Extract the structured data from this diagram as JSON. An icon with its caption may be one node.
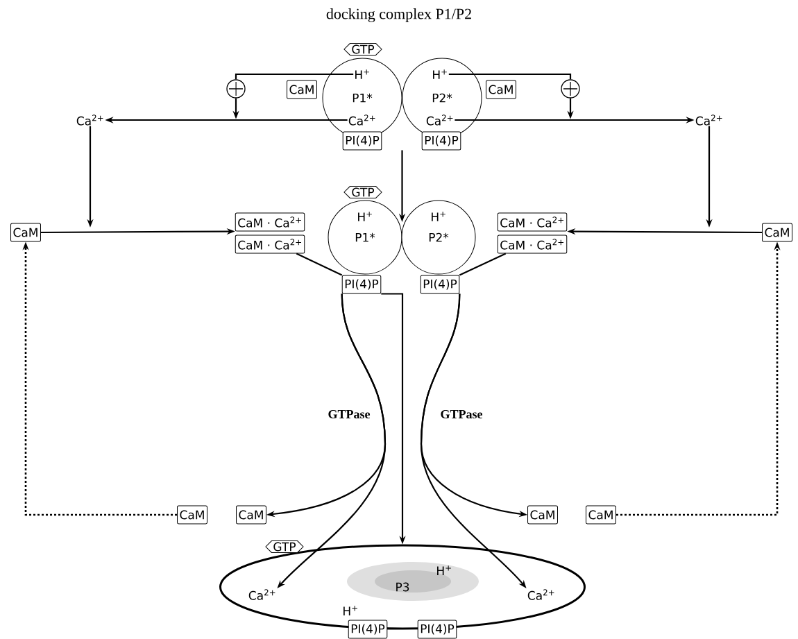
{
  "diagram": {
    "title": "docking complex P1/P2",
    "nodes": [
      {
        "text": [
          "GTP"
        ]
      },
      {
        "text": [
          "P1*"
        ]
      },
      {
        "text": [
          "H$^{+}$"
        ],
        "in": 1
      },
      {
        "text": [
          "Ca$^{2+}$"
        ],
        "in": 1
      },
      {
        "text": [
          "P2*"
        ]
      },
      {
        "text": [
          "H$^{+}$"
        ],
        "in": 4
      },
      {
        "text": [
          "Ca$^{2+}$"
        ],
        "in": 4
      },
      {
        "text": [
          "CaM"
        ]
      },
      {
        "text": [
          "CaM"
        ]
      },
      {
        "text": [],
        "shape": "circle"
      },
      {
        "text": [],
        "shape": "circle"
      },
      {
        "text": [
          "PI(4)P"
        ]
      },
      {
        "text": [
          "PI(4)P"
        ]
      },
      {
        "text": [
          "Ca$^{2+}$"
        ]
      },
      {
        "text": [
          "Ca$^{2+}$"
        ]
      },
      {
        "text": [
          "GTP"
        ]
      },
      {
        "text": [
          "CaM · Ca$^{2+}$"
        ]
      },
      {
        "text": [
          "CaM · Ca$^{2+}$"
        ]
      },
      {
        "text": [
          "P1*"
        ]
      },
      {
        "text": [
          "H$^{+}$"
        ],
        "in": 18
      },
      {
        "text": [
          "P2*"
        ]
      },
      {
        "text": [
          "H$^{+}$"
        ],
        "in": 20
      },
      {
        "text": [
          "CaM · Ca$^{2+}$"
        ]
      },
      {
        "text": [
          "CaM · Ca$^{2+}$"
        ]
      },
      {
        "text": [
          "CaM"
        ]
      },
      {
        "text": [
          "CaM"
        ]
      },
      {
        "text": [
          "PI(4)P"
        ]
      },
      {
        "text": [
          "PI(4)P"
        ]
      },
      {
        "text": [
          "CaM"
        ]
      },
      {
        "text": [
          "CaM"
        ]
      },
      {
        "text": [
          "CaM"
        ]
      },
      {
        "text": [
          "CaM"
        ]
      },
      {
        "text": [
          "GTP"
        ]
      },
      {
        "text": [
          "P3"
        ]
      },
      {
        "text": [
          "Ca$^{2+}$"
        ],
        "in": 33
      },
      {
        "text": [
          "H$^{+}$"
        ],
        "in": 33
      },
      {
        "text": [
          "H$^{+}$"
        ],
        "in": 33
      },
      {
        "text": [
          "Ca$^{2+}$"
        ],
        "in": 33
      },
      {
        "text": [
          "PI(4)P"
        ]
      },
      {
        "text": [
          "PI(4)P"
        ]
      }
    ],
    "edges": [
      {
        "from": 3,
        "to": 13,
        "arrow": "to"
      },
      {
        "from": 6,
        "to": 14,
        "arrow": "to"
      },
      {
        "from": 2,
        "to": 9,
        "arrow": "none"
      },
      {
        "from": 5,
        "to": 10,
        "arrow": "none"
      },
      {
        "from": 9,
        "to": null,
        "arrow": "to"
      },
      {
        "from": 10,
        "to": null,
        "arrow": "to"
      },
      {
        "from": 13,
        "to": null,
        "arrow": "to"
      },
      {
        "from": 14,
        "to": null,
        "arrow": "to"
      },
      {
        "from": 24,
        "to": 16,
        "arrow": "to"
      },
      {
        "from": 25,
        "to": 22,
        "arrow": "to"
      },
      {
        "from": 11,
        "to": 18,
        "arrow": "to"
      },
      {
        "from": 26,
        "to": 33,
        "arrow": "to"
      },
      {
        "from": 17,
        "to": 26,
        "arrow": "none"
      },
      {
        "from": 23,
        "to": 27,
        "arrow": "none"
      },
      {
        "from": 26,
        "to": 34,
        "arrow": "to",
        "label": "GTPase"
      },
      {
        "from": 27,
        "to": 37,
        "arrow": "to",
        "label": "GTPase"
      },
      {
        "from": 26,
        "to": 29,
        "arrow": "to"
      },
      {
        "from": 27,
        "to": 30,
        "arrow": "to"
      },
      {
        "from": 28,
        "to": 24,
        "arrow": "to",
        "style": "dashed"
      },
      {
        "from": 31,
        "to": 25,
        "arrow": "to",
        "style": "dashed"
      }
    ]
  }
}
